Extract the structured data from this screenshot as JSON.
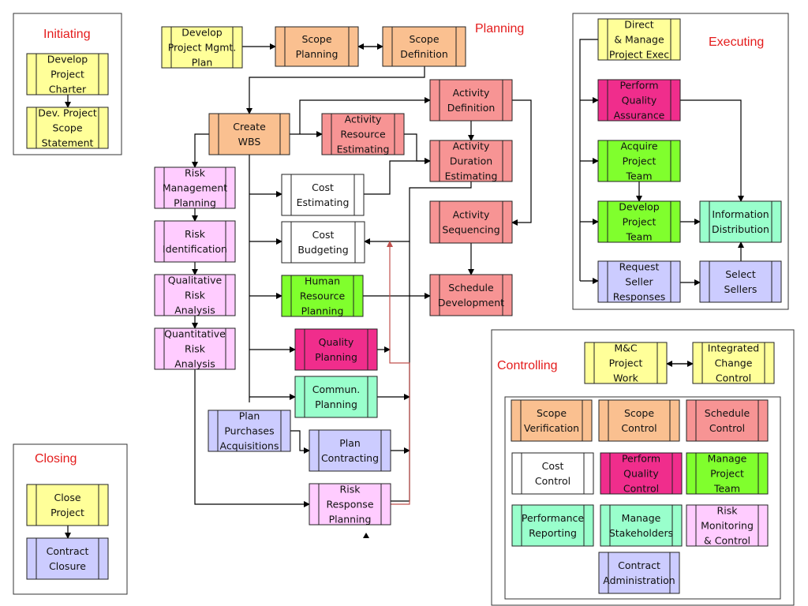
{
  "colors": {
    "yellow": "#ffff99",
    "orange": "#fac090",
    "salmon": "#f79494",
    "pink": "#ffccff",
    "magenta": "#f02d8c",
    "green": "#80ff2d",
    "mint": "#99ffcc",
    "lavender": "#ccccff",
    "white": "#ffffff",
    "section_title": "#e41c1c",
    "connector": "#000000",
    "connector_red": "#c0504d"
  },
  "sections": {
    "initiating": "Initiating",
    "planning": "Planning",
    "executing": "Executing",
    "controlling": "Controlling",
    "closing": "Closing"
  },
  "processes": {
    "develop_project_charter": [
      "Develop",
      "Project",
      "Charter"
    ],
    "dev_project_scope_statement": [
      "Dev. Project",
      "Scope",
      "Statement"
    ],
    "develop_project_mgmt_plan": [
      "Develop",
      "Project Mgmt.",
      "Plan"
    ],
    "scope_planning": [
      "Scope",
      "Planning"
    ],
    "scope_definition": [
      "Scope",
      "Definition"
    ],
    "create_wbs": [
      "Create",
      "WBS"
    ],
    "activity_resource_estimating": [
      "Activity",
      "Resource",
      "Estimating"
    ],
    "activity_definition": [
      "Activity",
      "Definition"
    ],
    "activity_duration_estimating": [
      "Activity",
      "Duration",
      "Estimating"
    ],
    "risk_management_planning": [
      "Risk",
      "Management",
      "Planning"
    ],
    "cost_estimating": [
      "Cost",
      "Estimating"
    ],
    "risk_identification": [
      "Risk",
      "Identification"
    ],
    "cost_budgeting": [
      "Cost",
      "Budgeting"
    ],
    "activity_sequencing": [
      "Activity",
      "Sequencing"
    ],
    "qualitative_risk_analysis": [
      "Qualitative",
      "Risk",
      "Analysis"
    ],
    "human_resource_planning": [
      "Human",
      "Resource",
      "Planning"
    ],
    "schedule_development": [
      "Schedule",
      "Development"
    ],
    "quantitative_risk_analysis": [
      "Quantitative",
      "Risk",
      "Analysis"
    ],
    "quality_planning": [
      "Quality",
      "Planning"
    ],
    "commun_planning": [
      "Commun.",
      "Planning"
    ],
    "plan_purchases_acquisitions": [
      "Plan",
      "Purchases",
      "Acquisitions"
    ],
    "plan_contracting": [
      "Plan",
      "Contracting"
    ],
    "risk_response_planning": [
      "Risk",
      "Response",
      "Planning"
    ],
    "direct_manage_project_exec": [
      "Direct",
      "& Manage",
      "Project Exec"
    ],
    "perform_quality_assurance": [
      "Perform",
      "Quality",
      "Assurance"
    ],
    "acquire_project_team": [
      "Acquire",
      "Project",
      "Team"
    ],
    "develop_project_team": [
      "Develop",
      "Project",
      "Team"
    ],
    "information_distribution": [
      "Information",
      "Distribution"
    ],
    "request_seller_responses": [
      "Request",
      "Seller",
      "Responses"
    ],
    "select_sellers": [
      "Select",
      "Sellers"
    ],
    "mc_project_work": [
      "M&C",
      "Project",
      "Work"
    ],
    "integrated_change_control": [
      "Integrated",
      "Change",
      "Control"
    ],
    "scope_verification": [
      "Scope",
      "Verification"
    ],
    "scope_control": [
      "Scope",
      "Control"
    ],
    "schedule_control": [
      "Schedule",
      "Control"
    ],
    "cost_control": [
      "Cost",
      "Control"
    ],
    "perform_quality_control": [
      "Perform",
      "Quality",
      "Control"
    ],
    "manage_project_team": [
      "Manage",
      "Project",
      "Team"
    ],
    "performance_reporting": [
      "Performance",
      "Reporting"
    ],
    "manage_stakeholders": [
      "Manage",
      "Stakeholders"
    ],
    "risk_monitoring_control": [
      "Risk",
      "Monitoring",
      "& Control"
    ],
    "contract_administration": [
      "Contract",
      "Administration"
    ],
    "close_project": [
      "Close",
      "Project"
    ],
    "contract_closure": [
      "Contract",
      "Closure"
    ]
  }
}
